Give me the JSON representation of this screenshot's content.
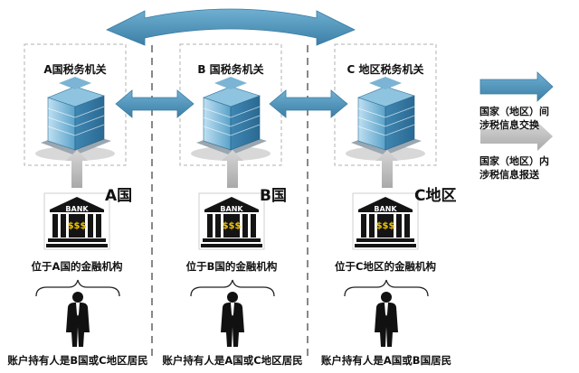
{
  "offices": [
    {
      "id": "a",
      "title": "A国税务机关"
    },
    {
      "id": "b",
      "title": "B 国税务机关"
    },
    {
      "id": "c",
      "title": "C 地区税务机关"
    }
  ],
  "countries": [
    {
      "id": "a",
      "label": "A国"
    },
    {
      "id": "b",
      "label": "B国"
    },
    {
      "id": "c",
      "label": "C地区"
    }
  ],
  "banks": [
    {
      "id": "a",
      "sign": "BANK",
      "money": "$$$",
      "caption": "位于A国的金融机构"
    },
    {
      "id": "b",
      "sign": "BANK",
      "money": "$$$",
      "caption": "位于B国的金融机构"
    },
    {
      "id": "c",
      "sign": "BANK",
      "money": "$$$",
      "caption": "位于C地区的金融机构"
    }
  ],
  "holders": [
    {
      "id": "a",
      "caption": "账户持有人是B国或C地区居民"
    },
    {
      "id": "b",
      "caption": "账户持有人是A国或C地区居民"
    },
    {
      "id": "c",
      "caption": "账户持有人是A国或B国居民"
    }
  ],
  "legend": {
    "international": {
      "line1": "国家（地区）间",
      "line2": "涉税信息交换"
    },
    "domestic": {
      "line1": "国家（地区）内",
      "line2": "涉税信息报送"
    }
  },
  "colors": {
    "exchange_arrow": "#4a8fb5",
    "report_arrow": "#b9b9b9",
    "box_border": "#b0b0b0",
    "divider": "#888888"
  }
}
